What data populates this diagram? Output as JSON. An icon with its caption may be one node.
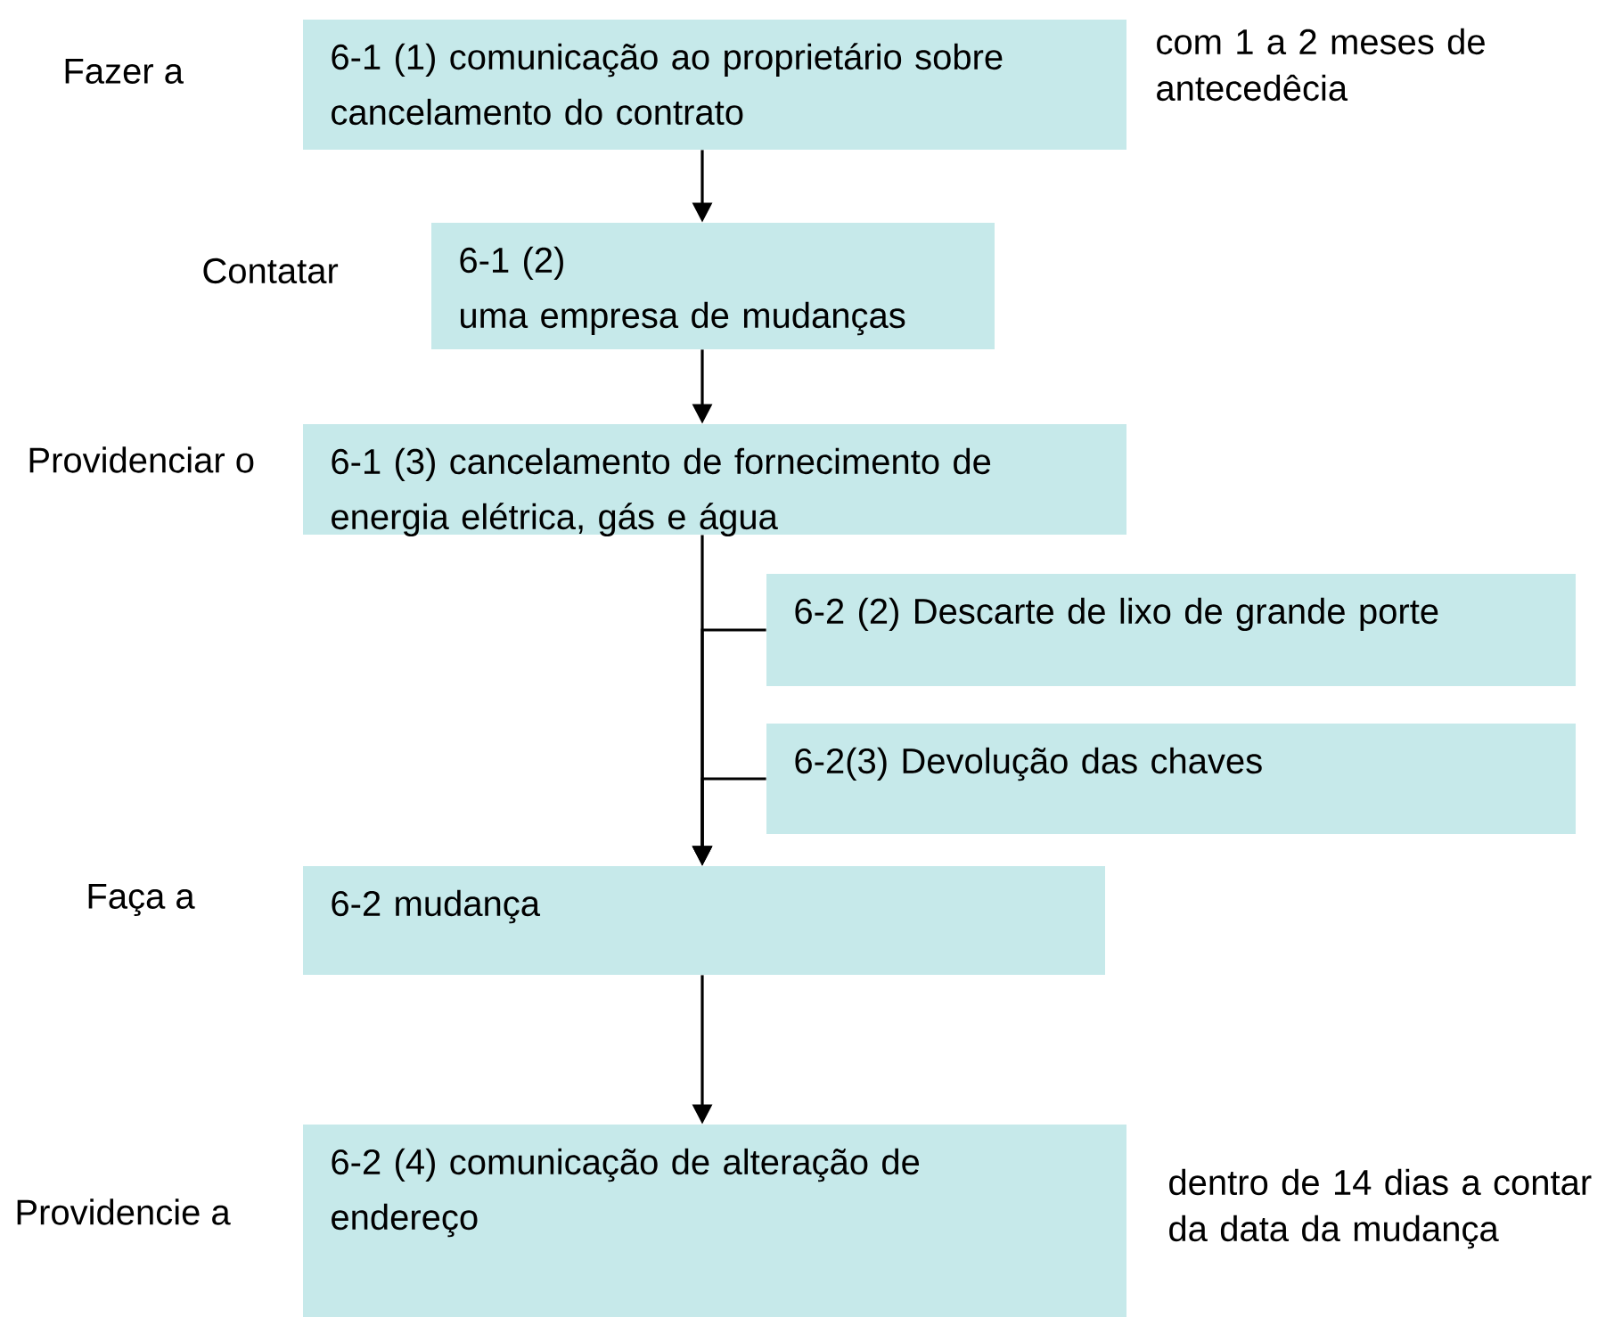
{
  "diagram": {
    "nodes": [
      {
        "text": [
          "6-1 (1) comunicação ao proprietário sobre cancelamento do contrato"
        ],
        "beside": [
          "com 1 a 2 meses de antecedêcia"
        ]
      },
      {
        "text": [
          "6-1 (2)",
          "uma empresa de mudanças"
        ]
      },
      {
        "text": [
          "6-1 (3) cancelamento de fornecimento de energia elétrica, gás e água"
        ]
      },
      {
        "text": [
          "6-2 (2) Descarte de lixo de grande porte"
        ]
      },
      {
        "text": [
          "6-2(3) Devolução das chaves"
        ]
      },
      {
        "text": [
          "6-2 mudança"
        ]
      },
      {
        "text": [
          "6-2 (4) comunicação de alteração de endereço"
        ],
        "beside": [
          "dentro de 14 dias a contar da data da mudança"
        ]
      }
    ],
    "edges": [
      {
        "from": 0,
        "to": 1,
        "arrow": "to"
      },
      {
        "from": 1,
        "to": 2,
        "arrow": "to"
      },
      {
        "from": 2,
        "to": 5,
        "arrow": "to"
      },
      {
        "from": 3,
        "to": 5,
        "arrow": "to"
      },
      {
        "from": 4,
        "to": 5,
        "arrow": "to"
      },
      {
        "from": 5,
        "to": 6,
        "arrow": "to"
      }
    ],
    "labels": [
      "Fazer a",
      "Contatar",
      "Providenciar o",
      "Faça a",
      "Providencie a"
    ]
  }
}
